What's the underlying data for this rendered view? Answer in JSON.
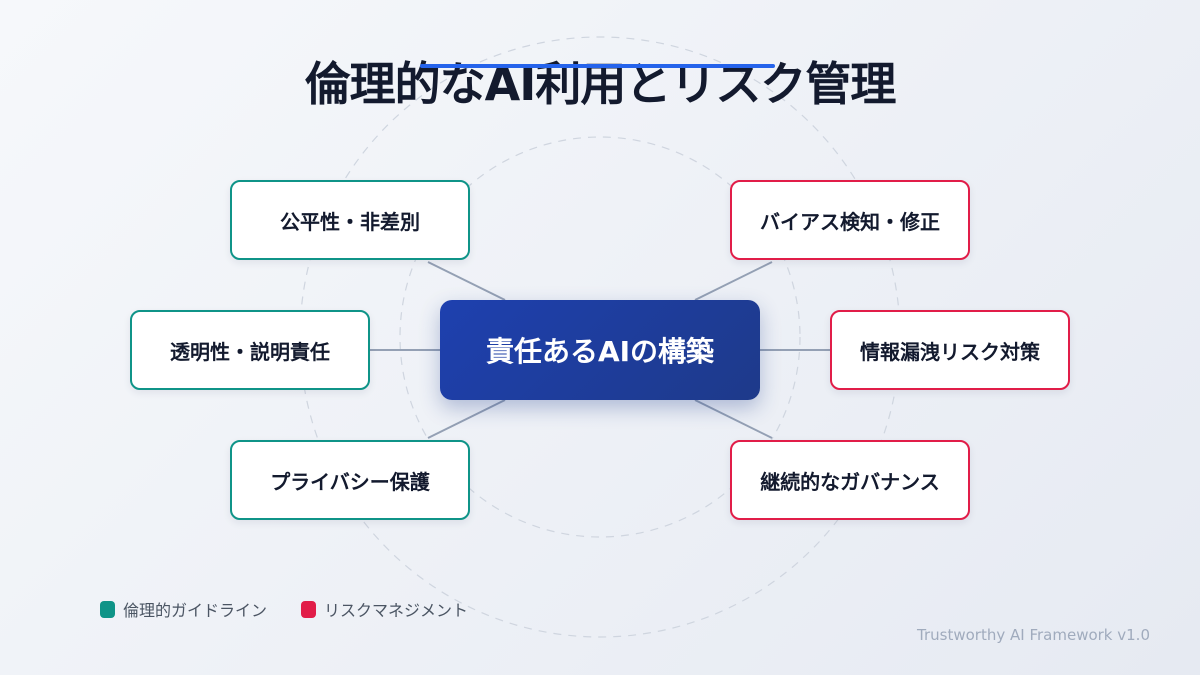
{
  "title": "倫理的なAI利用とリスク管理",
  "center": "責任あるAIの構築",
  "ethics": [
    "公平性・非差別",
    "透明性・説明責任",
    "プライバシー保護"
  ],
  "risks": [
    "バイアス検知・修正",
    "情報漏洩リスク対策",
    "継続的なガバナンス"
  ],
  "legend": [
    {
      "label": "倫理的ガイドライン",
      "color": "#0f9488"
    },
    {
      "label": "リスクマネジメント",
      "color": "#e11d48"
    }
  ],
  "footer": "Trustworthy AI Framework v1.0"
}
